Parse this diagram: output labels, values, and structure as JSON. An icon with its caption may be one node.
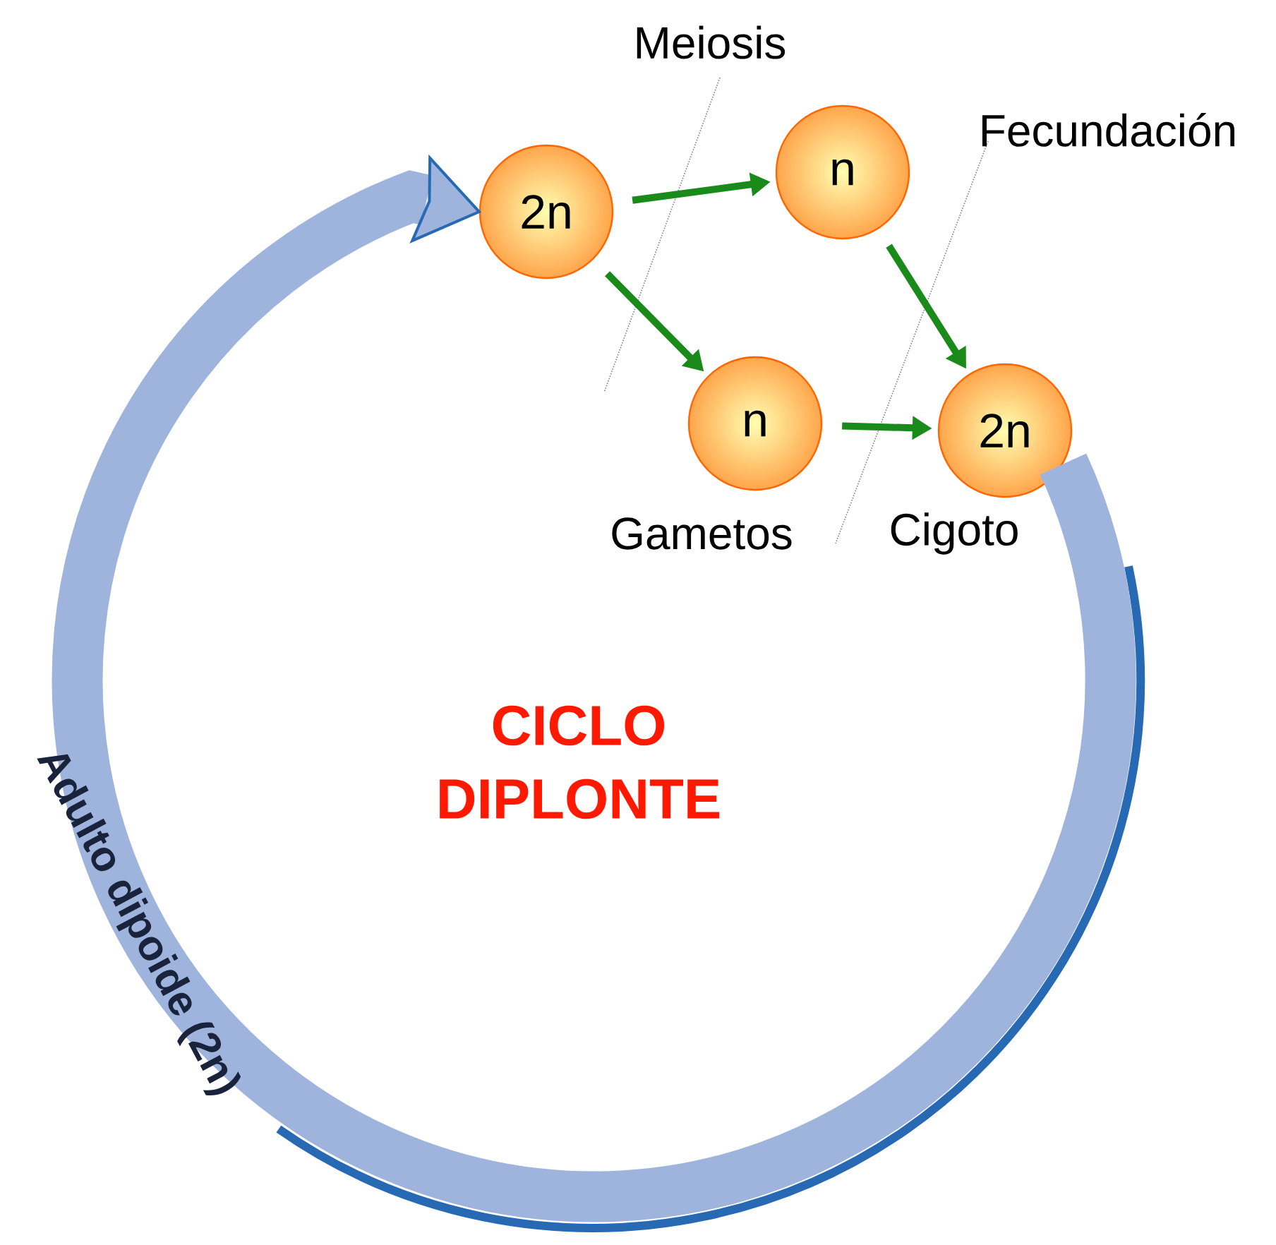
{
  "diagram": {
    "nodes": [
      {
        "text": [
          "2n"
        ]
      },
      {
        "text": [
          "n"
        ]
      },
      {
        "text": [
          "n"
        ],
        "beside": [
          "Gametos"
        ]
      },
      {
        "text": [
          "2n"
        ],
        "beside": [
          "Cigoto"
        ]
      }
    ],
    "edges": [
      {
        "from": 0,
        "to": 1,
        "arrow": "to"
      },
      {
        "from": 0,
        "to": 2,
        "arrow": "to"
      },
      {
        "from": 1,
        "to": 3,
        "arrow": "to"
      },
      {
        "from": 2,
        "to": 3,
        "arrow": "to"
      },
      {
        "from": 3,
        "to": 0,
        "arrow": "to",
        "label": "Adulto dipoide (2n)",
        "style": "thick",
        "color": "#9fb4dd"
      }
    ],
    "labels": [
      "Meiosis",
      "Fecundación",
      "CICLO DIPLONTE"
    ]
  }
}
